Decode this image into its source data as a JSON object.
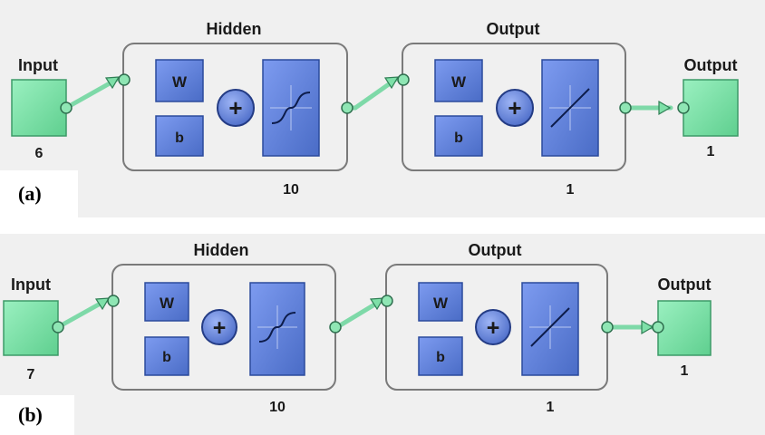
{
  "colors": {
    "panel_bg": "#f0f0f0",
    "block_fill": "#5b7fd8",
    "io_fill": "#7ee0a8",
    "wire": "#7ed9a8",
    "frame": "#7a7a7a"
  },
  "panels": [
    {
      "tag": "(a)",
      "input_label": "Input",
      "input_size": "6",
      "hidden": {
        "title": "Hidden",
        "weight": "W",
        "bias": "b",
        "sum": "+",
        "transfer": "tansig-curve-icon",
        "size": "10"
      },
      "outlayer": {
        "title": "Output",
        "weight": "W",
        "bias": "b",
        "sum": "+",
        "transfer": "purelin-line-icon",
        "size": "1"
      },
      "output_label": "Output",
      "output_size": "1"
    },
    {
      "tag": "(b)",
      "input_label": "Input",
      "input_size": "7",
      "hidden": {
        "title": "Hidden",
        "weight": "W",
        "bias": "b",
        "sum": "+",
        "transfer": "tansig-curve-icon",
        "size": "10"
      },
      "outlayer": {
        "title": "Output",
        "weight": "W",
        "bias": "b",
        "sum": "+",
        "transfer": "purelin-line-icon",
        "size": "1"
      },
      "output_label": "Output",
      "output_size": "1"
    }
  ]
}
